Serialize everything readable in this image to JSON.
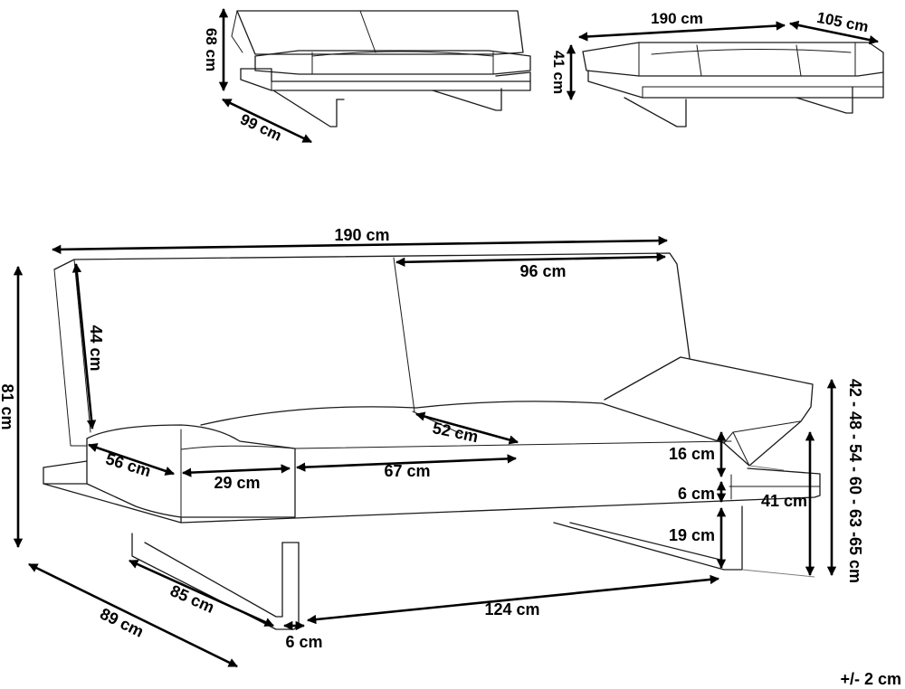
{
  "colors": {
    "stroke": "#1a1a1a",
    "dimension": "#000000",
    "background": "#ffffff"
  },
  "small_seat": {
    "height": "68 cm",
    "depth": "99 cm"
  },
  "small_bed": {
    "width": "190 cm",
    "depth": "105 cm",
    "height": "41 cm"
  },
  "main": {
    "total_width": "190 cm",
    "back_width": "96 cm",
    "back_height": "44 cm",
    "total_height": "81 cm",
    "seat_depth": "52 cm",
    "arm_depth": "56 cm",
    "arm_width": "29 cm",
    "seat_width": "67 cm",
    "cushion_height": "16 cm",
    "base_height": "6 cm",
    "leg_height": "19 cm",
    "seat_height": "41 cm",
    "arm_heights": "42 - 48 - 54 - 60 - 63 -65 cm",
    "leg_depth": "85 cm",
    "total_depth": "89 cm",
    "leg_width": "6 cm",
    "leg_span": "124 cm",
    "tolerance": "+/- 2 cm"
  }
}
